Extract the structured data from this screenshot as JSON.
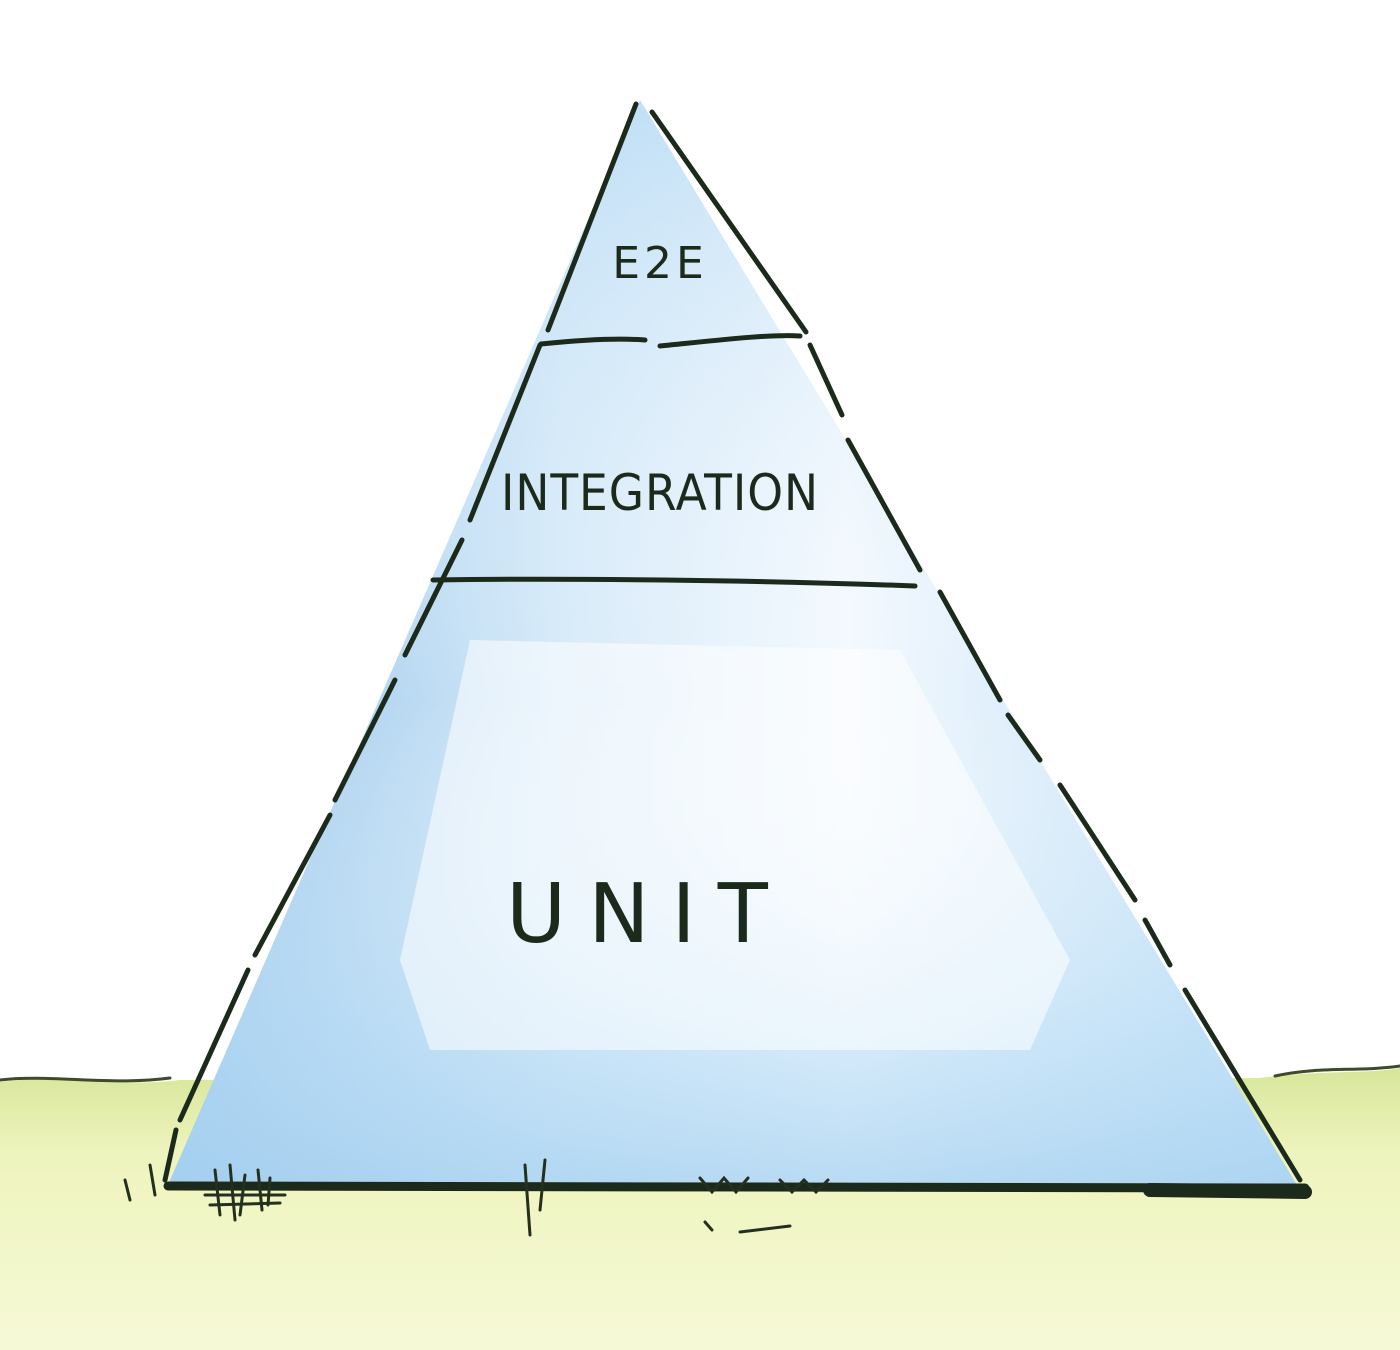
{
  "diagram": {
    "type": "test-pyramid",
    "tiers": [
      {
        "id": "e2e",
        "label": "E2E"
      },
      {
        "id": "integration",
        "label": "INTEGRATION"
      },
      {
        "id": "unit",
        "label": "UNIT"
      }
    ]
  },
  "colors": {
    "background": "#ffffff",
    "pyramid_fill_light": "#e9f4fc",
    "pyramid_fill_blue": "#9fcdef",
    "outline": "#1b2a1b",
    "ground": "#eef3b8",
    "ground_dark": "#cfe08a"
  }
}
